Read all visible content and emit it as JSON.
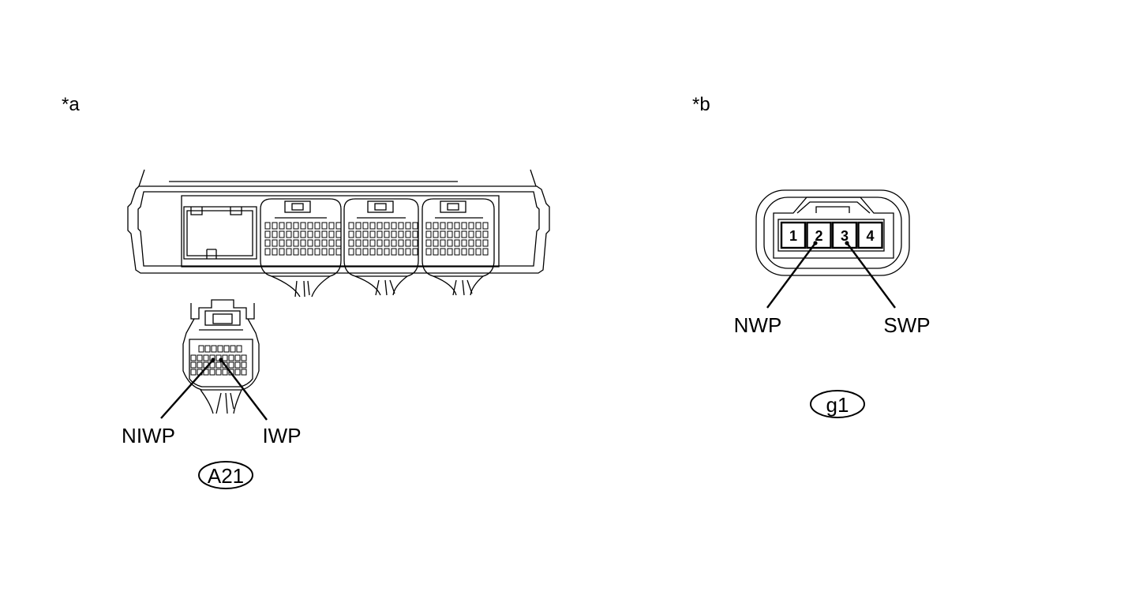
{
  "panels": {
    "a": {
      "marker": "*a",
      "connector_id": "A21",
      "labels": {
        "left": "NIWP",
        "right": "IWP"
      }
    },
    "b": {
      "marker": "*b",
      "connector_id": "g1",
      "pins": [
        "1",
        "2",
        "3",
        "4"
      ],
      "labels": {
        "left": "NWP",
        "right": "SWP"
      }
    }
  },
  "colors": {
    "line": "#000000",
    "background": "#ffffff"
  }
}
